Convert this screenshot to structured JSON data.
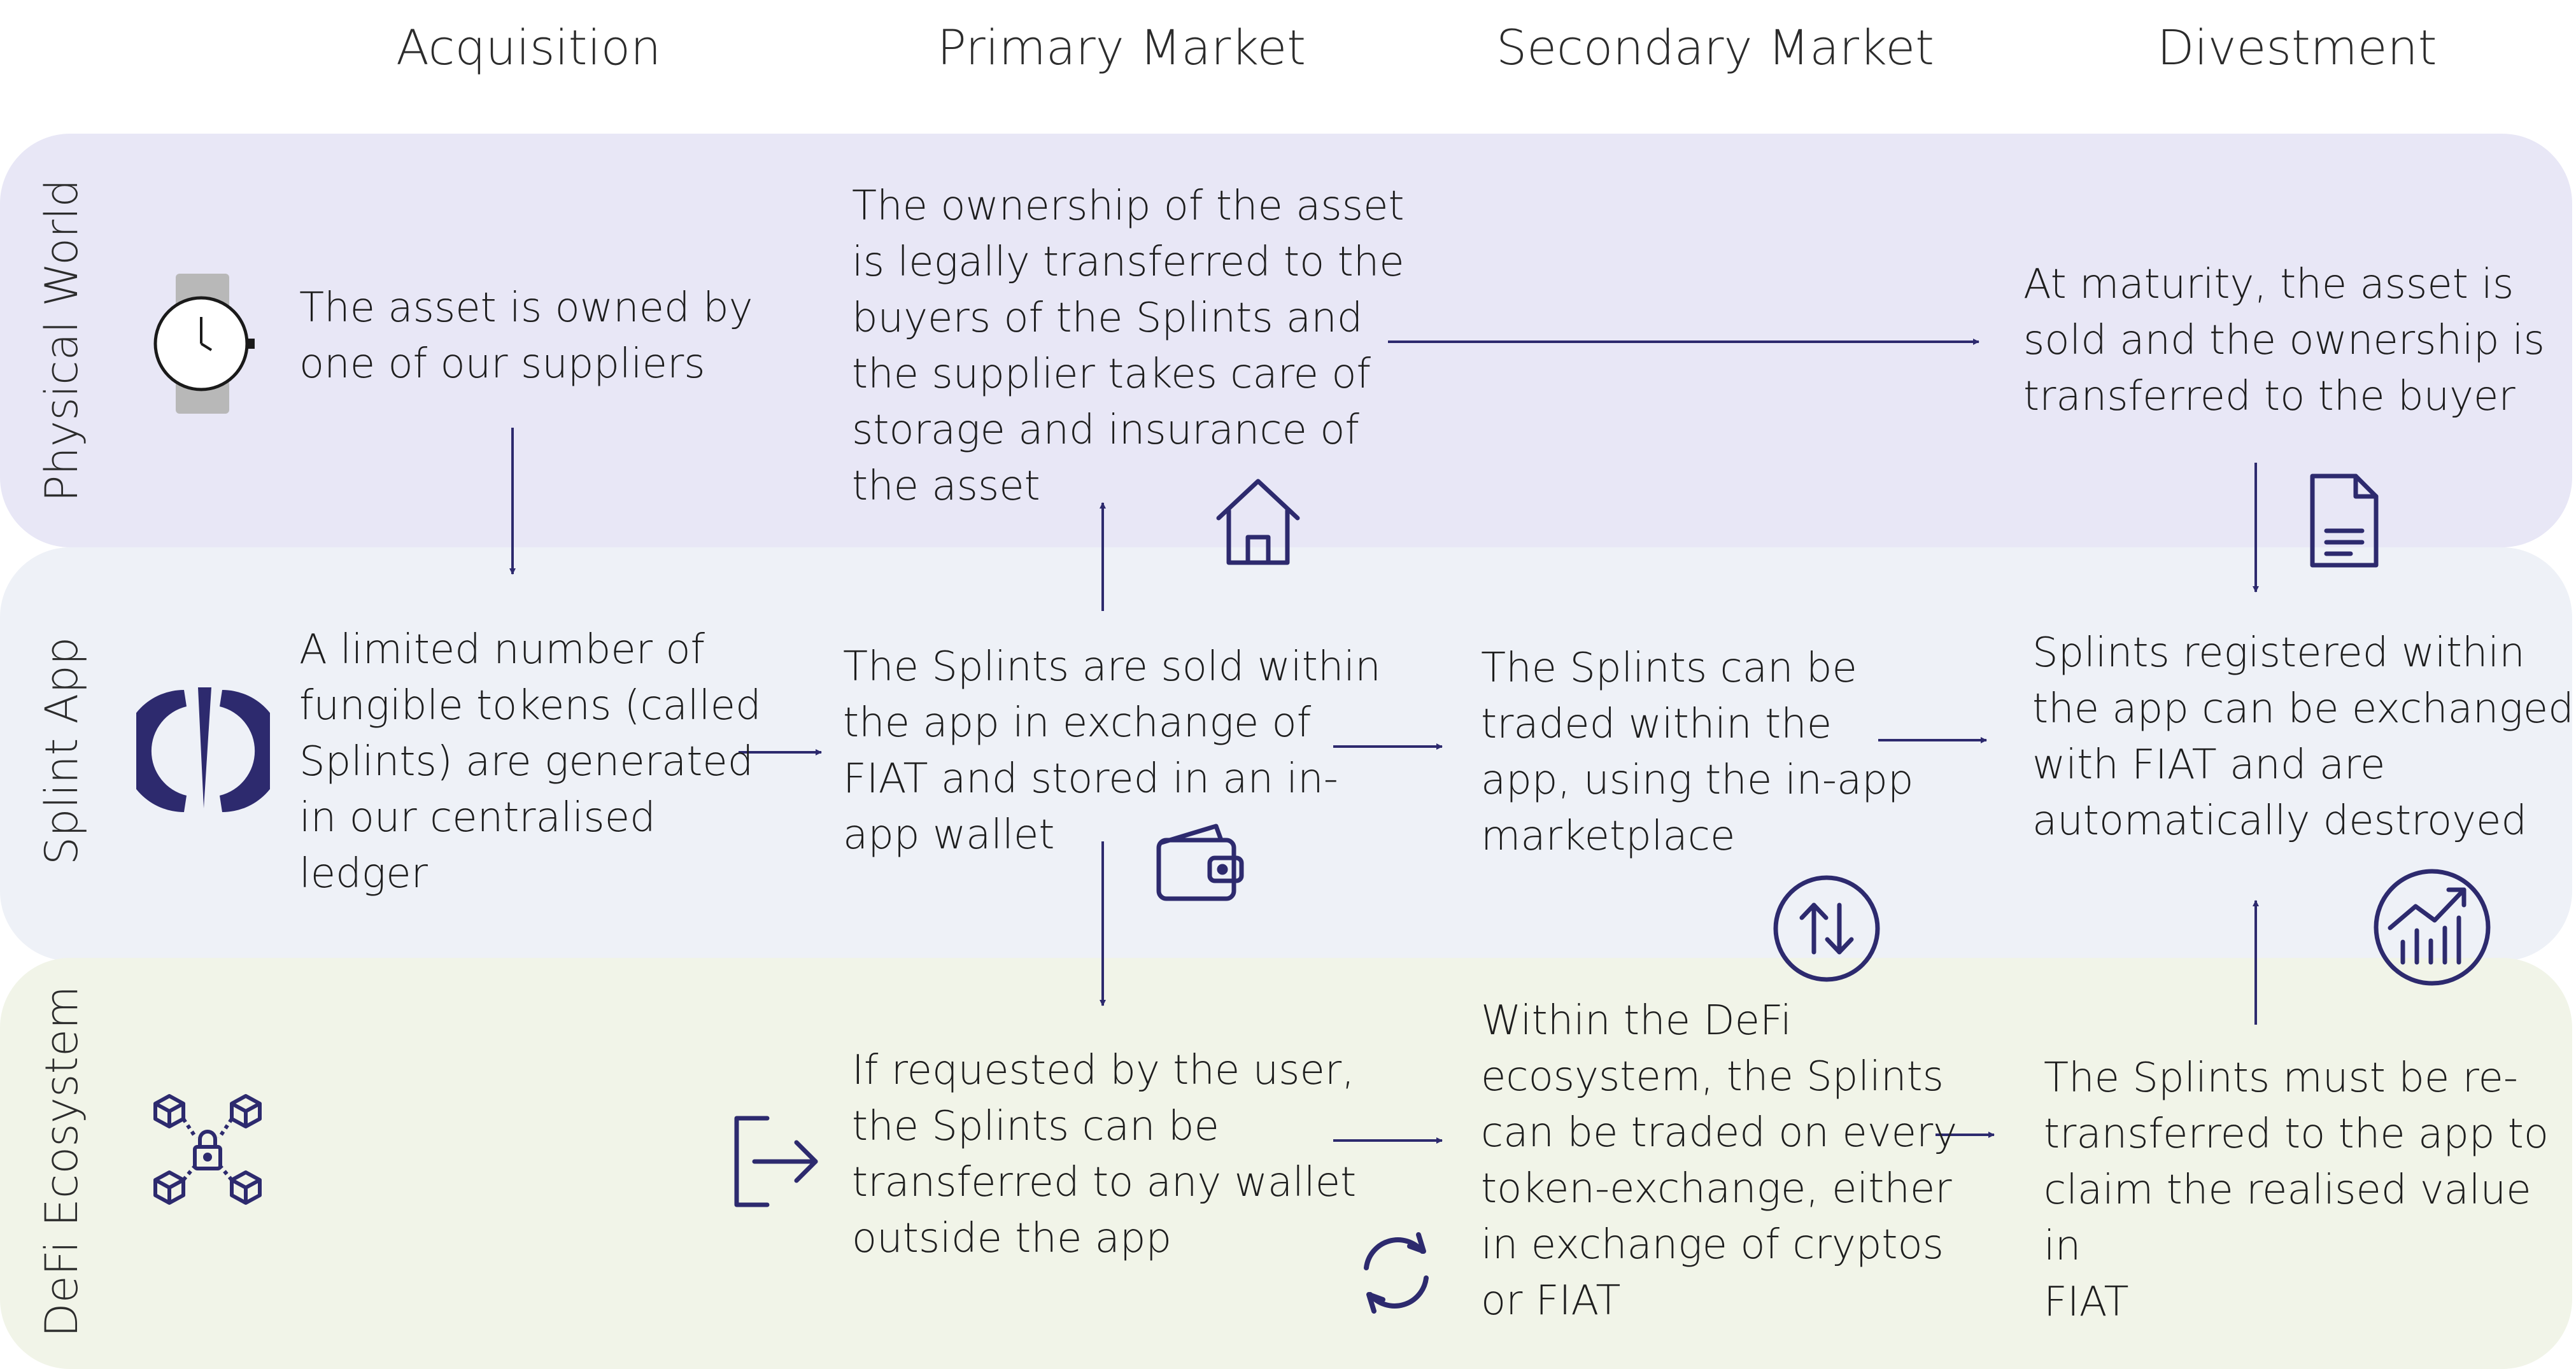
{
  "columns": {
    "acquisition": "Acquisition",
    "primary": "Primary Market",
    "secondary": "Secondary Market",
    "divestment": "Divestment"
  },
  "rows": {
    "physical": "Physical World",
    "splint": "Splint App",
    "defi": "DeFi Ecosystem"
  },
  "cells": {
    "physical_acquisition": "The asset is owned by\none of our suppliers",
    "physical_primary": "The ownership of the asset\nis legally transferred to the\nbuyers of the Splints and\nthe supplier takes care of\nstorage and insurance of\nthe asset",
    "physical_divestment": "At maturity, the asset is\nsold and the ownership is\ntransferred to the buyer",
    "splint_acquisition": "A limited number of\nfungible tokens (called\nSplints) are generated\nin our centralised\nledger",
    "splint_primary": "The Splints are sold within\nthe app in exchange of\nFIAT and stored in an in-\napp wallet",
    "splint_secondary": "The Splints can be\ntraded within the\napp, using the in-app\nmarketplace",
    "splint_divestment": "Splints registered within\nthe app can be exchanged\nwith FIAT and are\nautomatically destroyed",
    "defi_primary": "If requested by the user,\nthe Splints can be\ntransferred to any wallet\noutside the app",
    "defi_secondary": "Within the DeFi\necosystem, the Splints\ncan be traded on every\ntoken-exchange, either\nin exchange of cryptos\nor FIAT",
    "defi_divestment": "The Splints must be re-\ntransferred to the app to\nclaim the realised value in\nFIAT"
  },
  "icons": {
    "physical": "watch-icon",
    "splint": "splint-logo-icon",
    "defi": "blockchain-lock-icon",
    "house": "house-icon",
    "document": "document-icon",
    "wallet": "wallet-icon",
    "exchange": "up-down-arrows-icon",
    "growth": "chart-growth-icon",
    "export": "export-icon",
    "refresh": "refresh-icon"
  },
  "colors": {
    "accent": "#2d2a6e",
    "physical_band": "#e8e7f6",
    "splint_band": "#eef1f7",
    "defi_band": "#f1f4e8"
  }
}
